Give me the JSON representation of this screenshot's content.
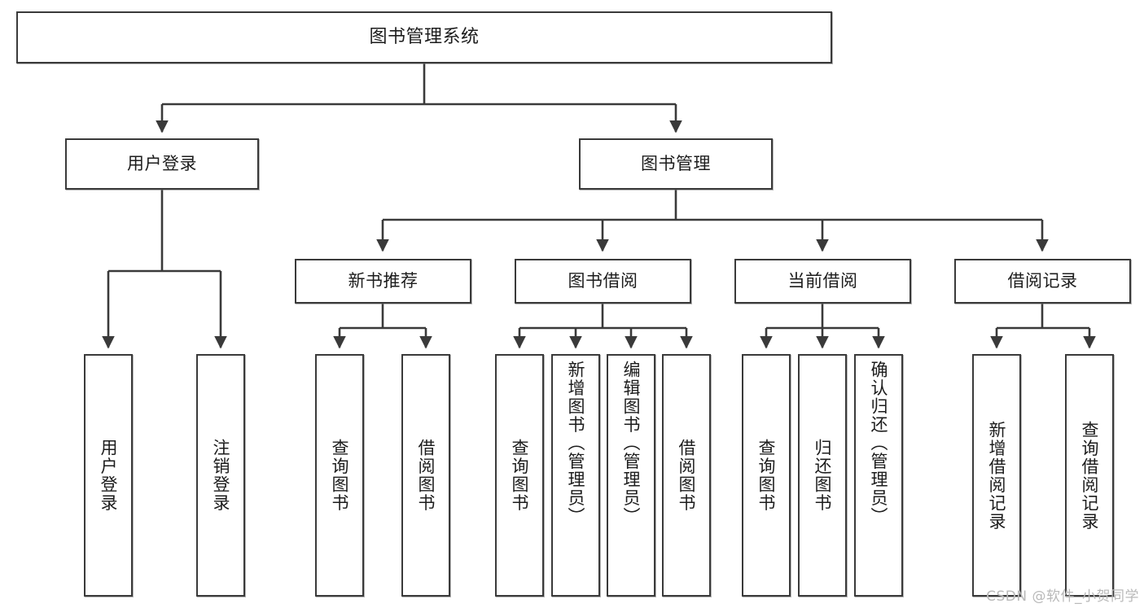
{
  "diagram": {
    "title": "图书管理系统",
    "type": "tree-hierarchy-chart",
    "watermark": "CSDN @软件_小贺同学",
    "colors": {
      "stroke": "#3a3a3a",
      "fill": "#ffffff",
      "text": "#1c1c1c",
      "watermark": "#b9b9b9"
    },
    "levels": {
      "root": {
        "label": "图书管理系统"
      },
      "level2": [
        {
          "id": "user-login",
          "label": "用户登录"
        },
        {
          "id": "book-manage",
          "label": "图书管理"
        }
      ],
      "level3": [
        {
          "id": "new-book-rec",
          "label": "新书推荐"
        },
        {
          "id": "book-borrow",
          "label": "图书借阅"
        },
        {
          "id": "current-borrow",
          "label": "当前借阅"
        },
        {
          "id": "borrow-record",
          "label": "借阅记录"
        }
      ],
      "leaves": {
        "user-login": [
          {
            "id": "leaf-user-login",
            "label": "用户登录"
          },
          {
            "id": "leaf-logout",
            "label": "注销登录"
          }
        ],
        "new-book-rec": [
          {
            "id": "leaf-query-book-1",
            "label": "查询图书"
          },
          {
            "id": "leaf-borrow-book-1",
            "label": "借阅图书"
          }
        ],
        "book-borrow": [
          {
            "id": "leaf-query-book-2",
            "label": "查询图书"
          },
          {
            "id": "leaf-add-book",
            "label": "新增图书（管理员）"
          },
          {
            "id": "leaf-edit-book",
            "label": "编辑图书（管理员）"
          },
          {
            "id": "leaf-borrow-book-2",
            "label": "借阅图书"
          }
        ],
        "current-borrow": [
          {
            "id": "leaf-query-book-3",
            "label": "查询图书"
          },
          {
            "id": "leaf-return-book",
            "label": "归还图书"
          },
          {
            "id": "leaf-confirm-return",
            "label": "确认归还（管理员）"
          }
        ],
        "borrow-record": [
          {
            "id": "leaf-add-record",
            "label": "新增借阅记录"
          },
          {
            "id": "leaf-query-record",
            "label": "查询借阅记录"
          }
        ]
      }
    }
  }
}
